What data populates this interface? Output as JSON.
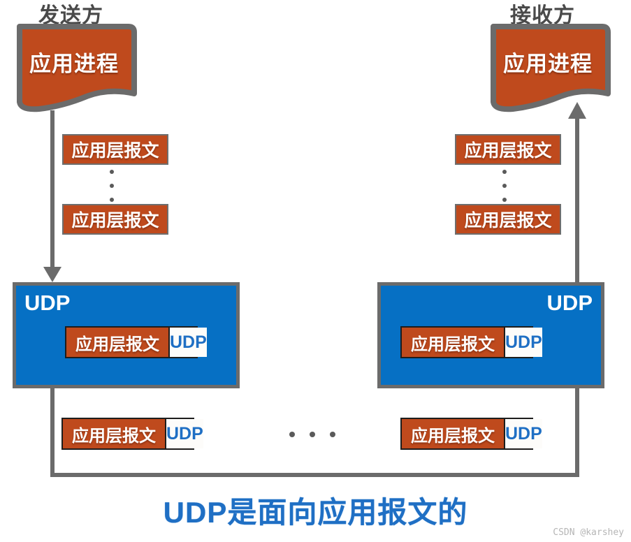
{
  "diagram": {
    "title": "UDP是面向应用报文的",
    "watermark": "CSDN @karshey",
    "colors": {
      "orange": "#bf4a1d",
      "blue": "#0670c4",
      "gray_border": "#6b6b6b",
      "title_blue": "#1f6fc4",
      "caption_gray": "#4a4a4a"
    },
    "sender": {
      "caption": "发送方",
      "app_process_label": "应用进程",
      "messages": [
        {
          "label": "应用层报文"
        },
        {
          "label": "应用层报文"
        }
      ],
      "ellipsis_vertical": "⋮",
      "udp_layer": {
        "label": "UDP",
        "label_align": "left",
        "datagram": {
          "payload": "应用层报文",
          "header": "UDP"
        }
      },
      "outgoing_datagram": {
        "payload": "应用层报文",
        "header": "UDP"
      }
    },
    "receiver": {
      "caption": "接收方",
      "app_process_label": "应用进程",
      "messages": [
        {
          "label": "应用层报文"
        },
        {
          "label": "应用层报文"
        }
      ],
      "ellipsis_vertical": "⋮",
      "udp_layer": {
        "label": "UDP",
        "label_align": "right",
        "datagram": {
          "payload": "应用层报文",
          "header": "UDP"
        }
      },
      "outgoing_datagram": {
        "payload": "应用层报文",
        "header": "UDP"
      }
    },
    "middle_ellipsis": "· · ·"
  }
}
